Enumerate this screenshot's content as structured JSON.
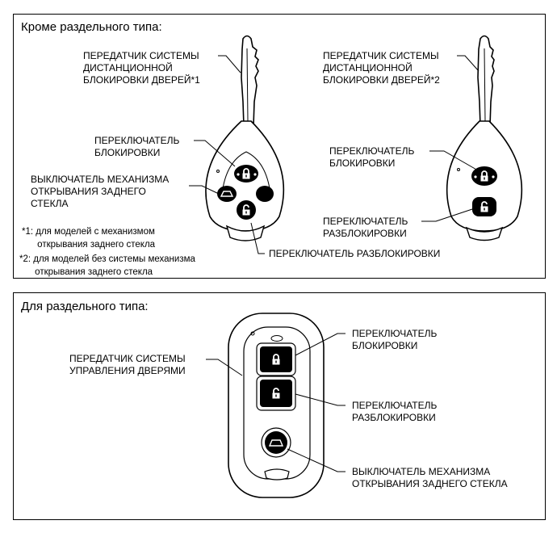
{
  "top_section": {
    "title": "Кроме раздельного типа:",
    "left_key": {
      "transmitter_label": "ПЕРЕДАТЧИК СИСТЕМЫ\nДИСТАНЦИОННОЙ\nБЛОКИРОВКИ ДВЕРЕЙ*1",
      "lock_label": "ПЕРЕКЛЮЧАТЕЛЬ\nБЛОКИРОВКИ",
      "trunk_label": "ВЫКЛЮЧАТЕЛЬ МЕХАНИЗМА\nОТКРЫВАНИЯ ЗАДНЕГО\nСТЕКЛА",
      "unlock_label": "ПЕРЕКЛЮЧАТЕЛЬ РАЗБЛОКИРОВКИ"
    },
    "right_key": {
      "transmitter_label": "ПЕРЕДАТЧИК СИСТЕМЫ\nДИСТАНЦИОННОЙ\nБЛОКИРОВКИ ДВЕРЕЙ*2",
      "lock_label": "ПЕРЕКЛЮЧАТЕЛЬ\nБЛОКИРОВКИ",
      "unlock_label": "ПЕРЕКЛЮЧАТЕЛЬ\nРАЗБЛОКИРОВКИ"
    },
    "footnotes": [
      "*1: для моделей с механизмом\n      открывания заднего стекла",
      "*2: для моделей без системы механизма\n      открывания заднего стекла"
    ]
  },
  "bottom_section": {
    "title": "Для раздельного типа:",
    "transmitter_label": "ПЕРЕДАТЧИК СИСТЕМЫ\nУПРАВЛЕНИЯ ДВЕРЯМИ",
    "lock_label": "ПЕРЕКЛЮЧАТЕЛЬ\nБЛОКИРОВКИ",
    "unlock_label": "ПЕРЕКЛЮЧАТЕЛЬ\nРАЗБЛОКИРОВКИ",
    "trunk_label": "ВЫКЛЮЧАТЕЛЬ МЕХАНИЗМА\nОТКРЫВАНИЯ ЗАДНЕГО СТЕКЛА"
  }
}
